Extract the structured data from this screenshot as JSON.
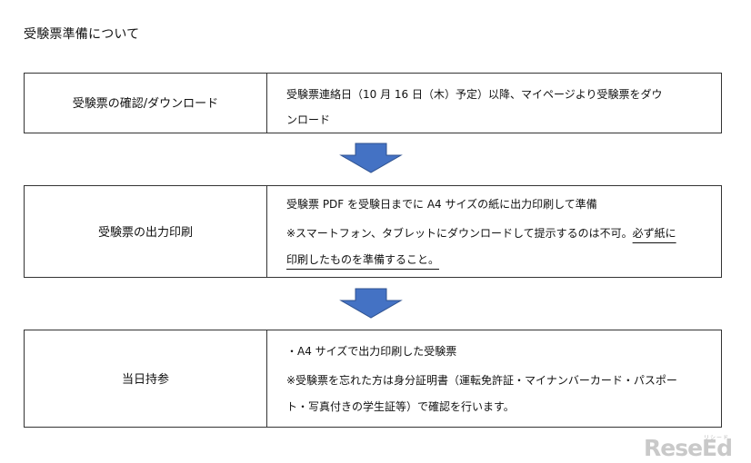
{
  "page": {
    "heading": "受験票準備について"
  },
  "steps": [
    {
      "label": "受験票の確認/ダウンロード",
      "lines": [
        "受験票連絡日（10 月 16 日（木）予定）以降、マイページより受験票をダウ",
        "ンロード"
      ]
    },
    {
      "label": "受験票の出力印刷",
      "lines": [
        "受験票 PDF を受験日までに A4 サイズの紙に出力印刷して準備"
      ],
      "note_plain": "※スマートフォン、タブレットにダウンロードして提示するのは不可。",
      "note_underlined_1": "必ず紙に",
      "note_underlined_2": "印刷したものを準備すること。"
    },
    {
      "label": "当日持参",
      "lines": [
        "・A4 サイズで出力印刷した受験票",
        "※受験票を忘れた方は身分証明書（運転免許証・マイナンバーカード・パスポー",
        "ト・写真付きの学生証等）で確認を行います。"
      ]
    }
  ],
  "logo": {
    "kana": "リシード",
    "text": "ReseEd"
  },
  "colors": {
    "arrow_fill": "#4472c4",
    "arrow_stroke": "#2f528f",
    "border": "#333333"
  }
}
